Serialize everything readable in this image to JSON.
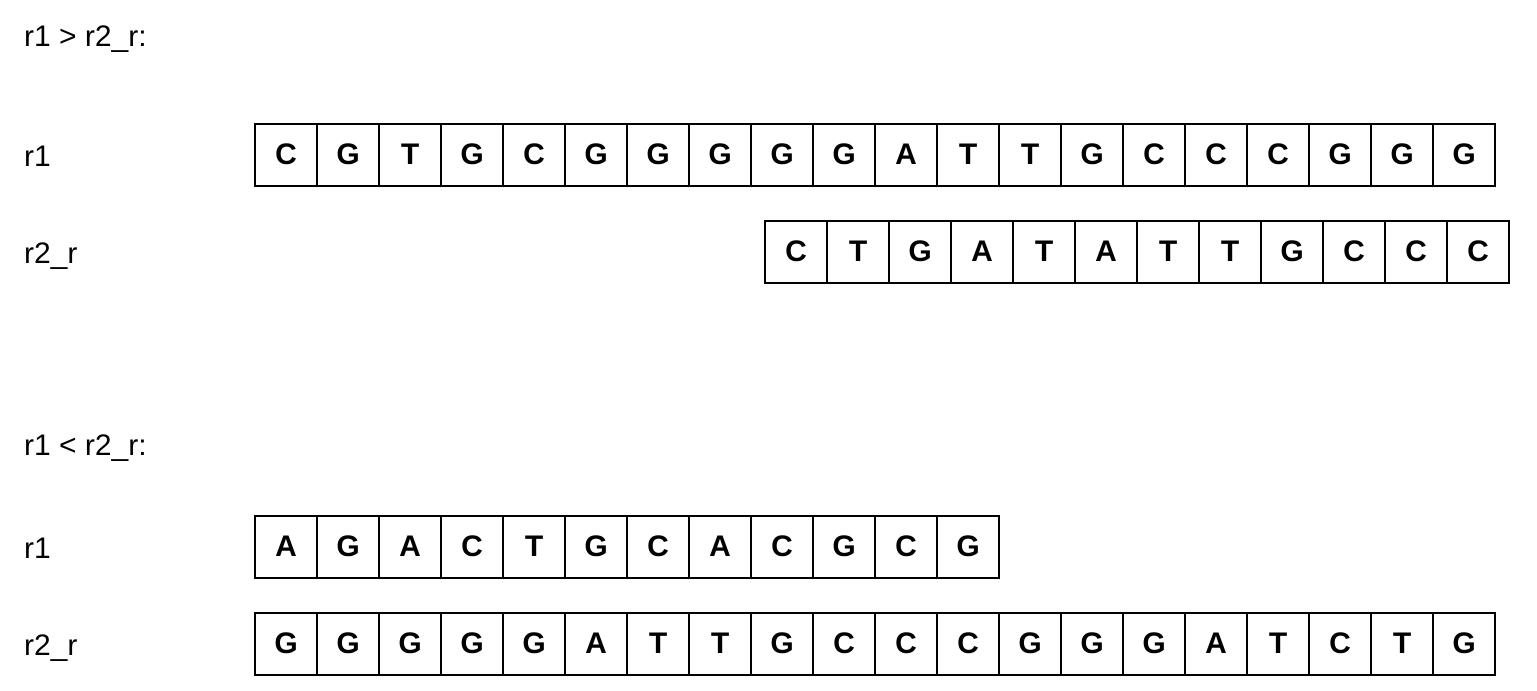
{
  "sections": [
    {
      "title": "r1 > r2_r:",
      "rows": [
        {
          "label": "r1",
          "bases": [
            "C",
            "G",
            "T",
            "G",
            "C",
            "G",
            "G",
            "G",
            "G",
            "G",
            "A",
            "T",
            "T",
            "G",
            "C",
            "C",
            "C",
            "G",
            "G",
            "G"
          ]
        },
        {
          "label": "r2_r",
          "bases": [
            "C",
            "T",
            "G",
            "A",
            "T",
            "A",
            "T",
            "T",
            "G",
            "C",
            "C",
            "C"
          ]
        }
      ]
    },
    {
      "title": "r1 < r2_r:",
      "rows": [
        {
          "label": "r1",
          "bases": [
            "A",
            "G",
            "A",
            "C",
            "T",
            "G",
            "C",
            "A",
            "C",
            "G",
            "C",
            "G"
          ]
        },
        {
          "label": "r2_r",
          "bases": [
            "G",
            "G",
            "G",
            "G",
            "G",
            "A",
            "T",
            "T",
            "G",
            "C",
            "C",
            "C",
            "G",
            "G",
            "G",
            "A",
            "T",
            "C",
            "T",
            "G"
          ]
        }
      ]
    }
  ]
}
